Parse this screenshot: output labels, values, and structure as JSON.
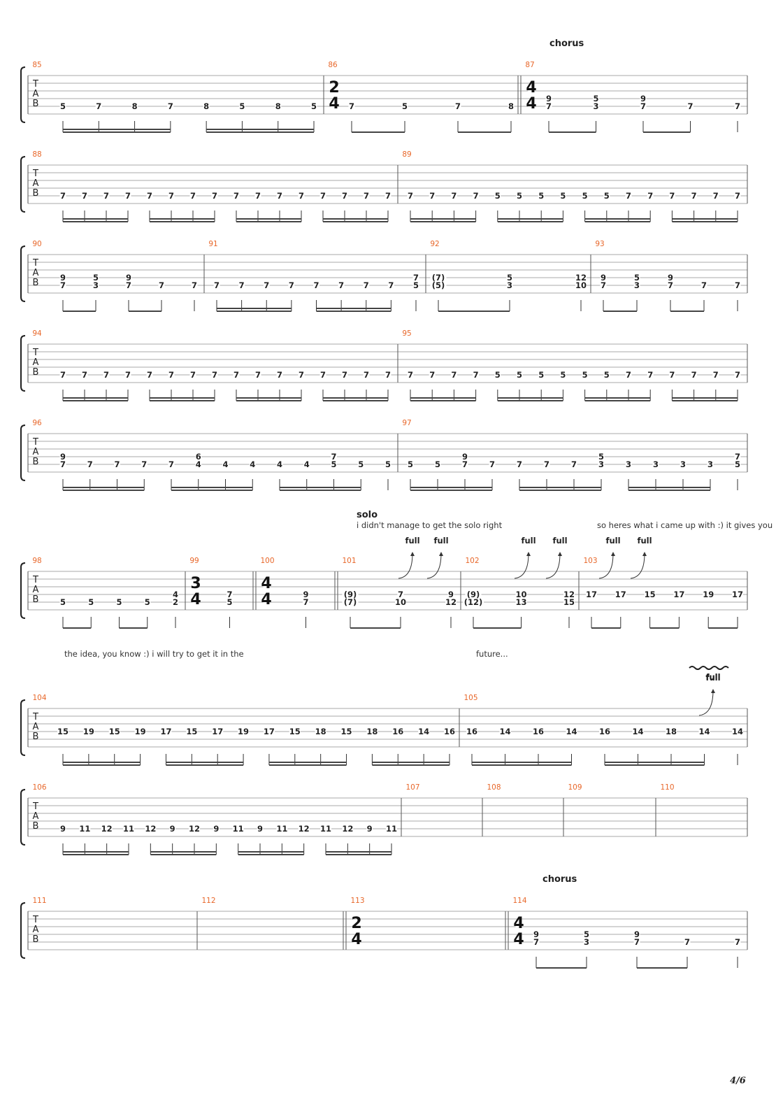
{
  "tab_clef": [
    "T",
    "A",
    "B"
  ],
  "sections": [
    {
      "label": "chorus"
    },
    {
      "label": "solo"
    },
    {
      "label": "chorus"
    }
  ],
  "annotations": [
    "i didn't manage to get the solo right",
    "so heres what i came up with :) it gives you",
    "the idea, you know :) i will try to get it in the",
    "future..."
  ],
  "bend_label": "full",
  "page_number": "4/6",
  "systems": [
    {
      "measures": [
        {
          "number": "85",
          "notes": [
            [
              "5"
            ],
            [
              "7"
            ],
            [
              "8"
            ],
            [
              "7"
            ],
            [
              "8"
            ],
            [
              "5"
            ],
            [
              "8"
            ],
            [
              "5"
            ]
          ]
        },
        {
          "number": "86",
          "time_sig": [
            "2",
            "4"
          ],
          "notes": [
            [
              "7"
            ],
            [
              "5"
            ],
            [
              "7"
            ],
            [
              "8"
            ]
          ]
        },
        {
          "number": "87",
          "time_sig": [
            "4",
            "4"
          ],
          "notes": [
            [
              "9",
              "7"
            ],
            [
              "5",
              "3"
            ],
            [
              "9",
              "7"
            ],
            [
              "7"
            ],
            [
              "7"
            ]
          ]
        }
      ]
    },
    {
      "measures": [
        {
          "number": "88",
          "notes": [
            [
              "7"
            ],
            [
              "7"
            ],
            [
              "7"
            ],
            [
              "7"
            ],
            [
              "7"
            ],
            [
              "7"
            ],
            [
              "7"
            ],
            [
              "7"
            ],
            [
              "7"
            ],
            [
              "7"
            ],
            [
              "7"
            ],
            [
              "7"
            ],
            [
              "7"
            ],
            [
              "7"
            ],
            [
              "7"
            ],
            [
              "7"
            ]
          ]
        },
        {
          "number": "89",
          "notes": [
            [
              "7"
            ],
            [
              "7"
            ],
            [
              "7"
            ],
            [
              "7"
            ],
            [
              "5"
            ],
            [
              "5"
            ],
            [
              "5"
            ],
            [
              "5"
            ],
            [
              "5"
            ],
            [
              "5"
            ],
            [
              "7"
            ],
            [
              "7"
            ],
            [
              "7"
            ],
            [
              "7"
            ],
            [
              "7"
            ],
            [
              "7"
            ]
          ]
        }
      ]
    },
    {
      "measures": [
        {
          "number": "90",
          "notes": [
            [
              "9",
              "7"
            ],
            [
              "5",
              "3"
            ],
            [
              "9",
              "7"
            ],
            [
              "7"
            ],
            [
              "7"
            ]
          ]
        },
        {
          "number": "91",
          "notes": [
            [
              "7"
            ],
            [
              "7"
            ],
            [
              "7"
            ],
            [
              "7"
            ],
            [
              "7"
            ],
            [
              "7"
            ],
            [
              "7"
            ],
            [
              "7"
            ],
            [
              "7",
              "5"
            ]
          ]
        },
        {
          "number": "92",
          "notes": [
            [
              "(7)",
              "(5)"
            ],
            [
              "5",
              "3"
            ],
            [
              "12",
              "10"
            ]
          ]
        },
        {
          "number": "93",
          "notes": [
            [
              "9",
              "7"
            ],
            [
              "5",
              "3"
            ],
            [
              "9",
              "7"
            ],
            [
              "7"
            ],
            [
              "7"
            ]
          ]
        }
      ]
    },
    {
      "measures": [
        {
          "number": "94",
          "notes": [
            [
              "7"
            ],
            [
              "7"
            ],
            [
              "7"
            ],
            [
              "7"
            ],
            [
              "7"
            ],
            [
              "7"
            ],
            [
              "7"
            ],
            [
              "7"
            ],
            [
              "7"
            ],
            [
              "7"
            ],
            [
              "7"
            ],
            [
              "7"
            ],
            [
              "7"
            ],
            [
              "7"
            ],
            [
              "7"
            ],
            [
              "7"
            ]
          ]
        },
        {
          "number": "95",
          "notes": [
            [
              "7"
            ],
            [
              "7"
            ],
            [
              "7"
            ],
            [
              "7"
            ],
            [
              "5"
            ],
            [
              "5"
            ],
            [
              "5"
            ],
            [
              "5"
            ],
            [
              "5"
            ],
            [
              "5"
            ],
            [
              "7"
            ],
            [
              "7"
            ],
            [
              "7"
            ],
            [
              "7"
            ],
            [
              "7"
            ],
            [
              "7"
            ]
          ]
        }
      ]
    },
    {
      "measures": [
        {
          "number": "96",
          "notes": [
            [
              "9",
              "7"
            ],
            [
              "7"
            ],
            [
              "7"
            ],
            [
              "7"
            ],
            [
              "7"
            ],
            [
              "6",
              "4"
            ],
            [
              "4"
            ],
            [
              "4"
            ],
            [
              "4"
            ],
            [
              "4"
            ],
            [
              "7",
              "5"
            ],
            [
              "5"
            ],
            [
              "5"
            ]
          ]
        },
        {
          "number": "97",
          "notes": [
            [
              "5"
            ],
            [
              "5"
            ],
            [
              "9",
              "7"
            ],
            [
              "7"
            ],
            [
              "7"
            ],
            [
              "7"
            ],
            [
              "7"
            ],
            [
              "5",
              "3"
            ],
            [
              "3"
            ],
            [
              "3"
            ],
            [
              "3"
            ],
            [
              "3"
            ],
            [
              "7",
              "5"
            ]
          ]
        }
      ]
    },
    {
      "measures": [
        {
          "number": "98",
          "notes": [
            [
              "5"
            ],
            [
              "5"
            ],
            [
              "5"
            ],
            [
              "5"
            ],
            [
              "4",
              "2"
            ]
          ]
        },
        {
          "number": "99",
          "time_sig": [
            "3",
            "4"
          ],
          "notes": [
            [
              "7",
              "5"
            ]
          ]
        },
        {
          "number": "100",
          "time_sig": [
            "4",
            "4"
          ],
          "notes": [
            [
              "9",
              "7"
            ]
          ]
        },
        {
          "number": "101",
          "notes": [
            [
              "(9)",
              "(7)"
            ],
            [
              "7",
              "10"
            ],
            [
              "9",
              "12"
            ]
          ]
        },
        {
          "number": "102",
          "notes": [
            [
              "(9)",
              "(12)"
            ],
            [
              "10",
              "13"
            ],
            [
              "12",
              "15"
            ]
          ]
        },
        {
          "number": "103",
          "notes": [
            [
              "17"
            ],
            [
              "17"
            ],
            [
              "15"
            ],
            [
              "17"
            ],
            [
              "19"
            ],
            [
              "17"
            ]
          ]
        }
      ]
    },
    {
      "measures": [
        {
          "number": "104",
          "notes": [
            [
              "15"
            ],
            [
              "19"
            ],
            [
              "15"
            ],
            [
              "19"
            ],
            [
              "17"
            ],
            [
              "15"
            ],
            [
              "17"
            ],
            [
              "19"
            ],
            [
              "17"
            ],
            [
              "15"
            ],
            [
              "18"
            ],
            [
              "15"
            ],
            [
              "18"
            ],
            [
              "16"
            ],
            [
              "14"
            ],
            [
              "16"
            ]
          ]
        },
        {
          "number": "105",
          "notes": [
            [
              "16"
            ],
            [
              "14"
            ],
            [
              "16"
            ],
            [
              "14"
            ],
            [
              "16"
            ],
            [
              "14"
            ],
            [
              "18"
            ],
            [
              "14"
            ],
            [
              "14"
            ]
          ]
        }
      ]
    },
    {
      "measures": [
        {
          "number": "106",
          "notes": [
            [
              "9"
            ],
            [
              "11"
            ],
            [
              "12"
            ],
            [
              "11"
            ],
            [
              "12"
            ],
            [
              "9"
            ],
            [
              "12"
            ],
            [
              "9"
            ],
            [
              "11"
            ],
            [
              "9"
            ],
            [
              "11"
            ],
            [
              "12"
            ],
            [
              "11"
            ],
            [
              "12"
            ],
            [
              "9"
            ],
            [
              "11"
            ]
          ]
        },
        {
          "number": "107",
          "notes": []
        },
        {
          "number": "108",
          "notes": []
        },
        {
          "number": "109",
          "notes": []
        },
        {
          "number": "110",
          "notes": []
        }
      ]
    },
    {
      "measures": [
        {
          "number": "111",
          "notes": []
        },
        {
          "number": "112",
          "notes": []
        },
        {
          "number": "113",
          "time_sig": [
            "2",
            "4"
          ],
          "notes": []
        },
        {
          "number": "114",
          "time_sig": [
            "4",
            "4"
          ],
          "notes": [
            [
              "9",
              "7"
            ],
            [
              "5",
              "3"
            ],
            [
              "9",
              "7"
            ],
            [
              "7"
            ],
            [
              "7"
            ]
          ]
        }
      ]
    }
  ]
}
